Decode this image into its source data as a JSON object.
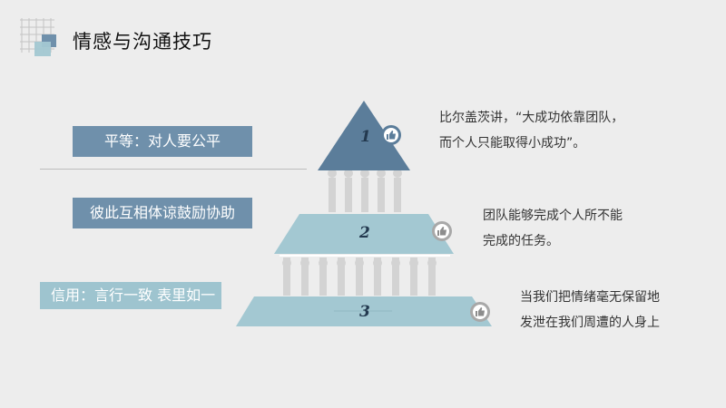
{
  "header": {
    "title": "情感与沟通技巧"
  },
  "labels": [
    {
      "text": "平等：对人要公平"
    },
    {
      "text": "彼此互相体谅鼓励协助"
    },
    {
      "text": "信用：言行一致 表里如一"
    }
  ],
  "tiers": [
    {
      "number": "1",
      "desc_lines": [
        "比尔盖茨讲，“大成功依靠团队，",
        "而个人只能取得小成功”。"
      ]
    },
    {
      "number": "2",
      "desc_lines": [
        "团队能够完成个人所不能",
        "完成的任务。"
      ]
    },
    {
      "number": "3",
      "desc_lines": [
        "当我们把情绪毫无保留地",
        "发泄在我们周遭的人身上"
      ]
    }
  ],
  "colors": {
    "dark_blue": "#6f90ab",
    "light_blue": "#9ec4cf",
    "top_triangle": "#5b7d9a"
  },
  "icons": [
    "grid-logo-icon",
    "thumbs-up-icon"
  ]
}
